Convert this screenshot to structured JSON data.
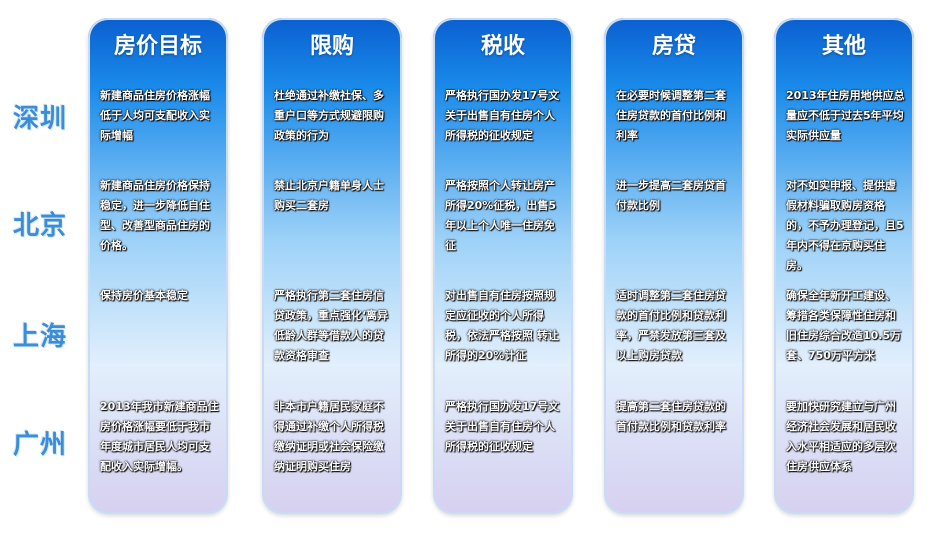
{
  "cities": [
    "深圳",
    "北京",
    "上海",
    "广州"
  ],
  "columns": [
    {
      "title": "房价目标",
      "cells": [
        "新建商品住房价格涨幅低于人均可支配收入实际增幅",
        "新建商品住房价格保持稳定，进一步降低自住型、改善型商品住房的价格。",
        "保持房价基本稳定",
        "2013年我市新建商品住房价格涨幅要低于我市年度城市居民人均可支配收入实际增幅。"
      ]
    },
    {
      "title": "限购",
      "cells": [
        "杜绝通过补缴社保、多重户口等方式规避限购政策的行为",
        "禁止北京户籍单身人士购买二套房",
        "严格执行第二套住房信贷政策，重点强化‘离异低龄人群等借款人的贷款资格审查",
        "非本市户籍居民家庭不得通过补缴个人所得税缴纳证明或社会保险缴纳证明购买住房"
      ]
    },
    {
      "title": "税收",
      "cells": [
        "严格执行国办发17号文关于出售自有住房个人所得税的征收规定",
        "严格按照个人转让房产所得20%征税，出售5年以上个人唯一住房免征",
        "对出售自有住房按照规定应征收的个人所得税，依法严格按照 转让所得的20%计征",
        "严格执行国办发17号文关于出售自有住房个人所得税的征收规定"
      ]
    },
    {
      "title": "房贷",
      "cells": [
        "在必要时候调整第二套住房贷款的首付比例和利率",
        "进一步提高二套房贷首付款比例",
        "适时调整第二套住房贷款的首付比例和贷款利率，严禁发放第三套及以上购房贷款",
        "提高第二套住房贷款的首付款比例和贷款利率"
      ]
    },
    {
      "title": "其他",
      "cells": [
        "2013年住房用地供应总量应不低于过去5年平均实际供应量",
        "对不如实申报、提供虚假材料骗取购房资格的，不予办理登记，且5年内不得在京购买住房。",
        "确保全年新开工建设、筹措各类保障性住房和旧住房综合改造10.5万套、750万平方米",
        "要加快研究建立与广州经济社会发展和居民收入水平相适应的多层次住房供应体系"
      ]
    }
  ]
}
